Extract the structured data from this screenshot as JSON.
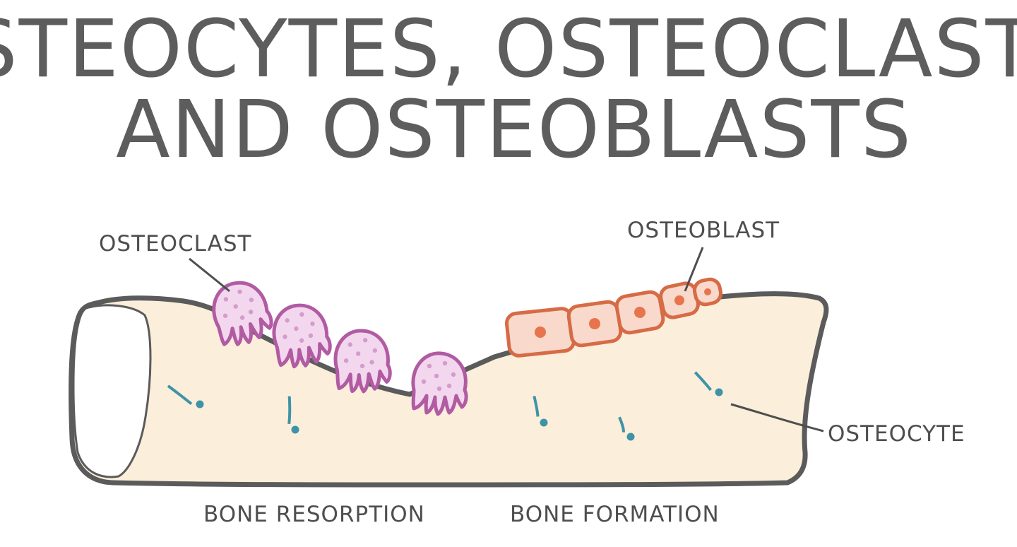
{
  "title": {
    "line1": "OSTEOCYTES, OSTEOCLASTS,",
    "line2": "AND OSTEOBLASTS"
  },
  "labels": {
    "osteoclast": "OSTEOCLAST",
    "osteoblast": "OSTEOBLAST",
    "osteocyte": "OSTEOCYTE",
    "bone_resorption": "BONE RESORPTION",
    "bone_formation": "BONE FORMATION"
  },
  "colors": {
    "title": "#5d5d5d",
    "label": "#4e4e4e",
    "bone_fill": "#fbeedb",
    "bone_outline": "#5b5b5b",
    "osteoclast_fill": "#f3d7ee",
    "osteoclast_outline": "#b15ba3",
    "osteoclast_spots": "#d49ccb",
    "osteoblast_fill": "#f8d9cc",
    "osteoblast_outline": "#d66b46",
    "osteoblast_nucleus": "#e7744c",
    "osteocyte_fill": "#bfe7ef",
    "osteocyte_outline": "#3f93a6"
  },
  "icons": {
    "osteoclast": "jellyfish-shaped-cell-icon",
    "osteoblast": "rounded-rectangle-cell-icon",
    "osteocyte": "star-shaped-cell-icon"
  }
}
